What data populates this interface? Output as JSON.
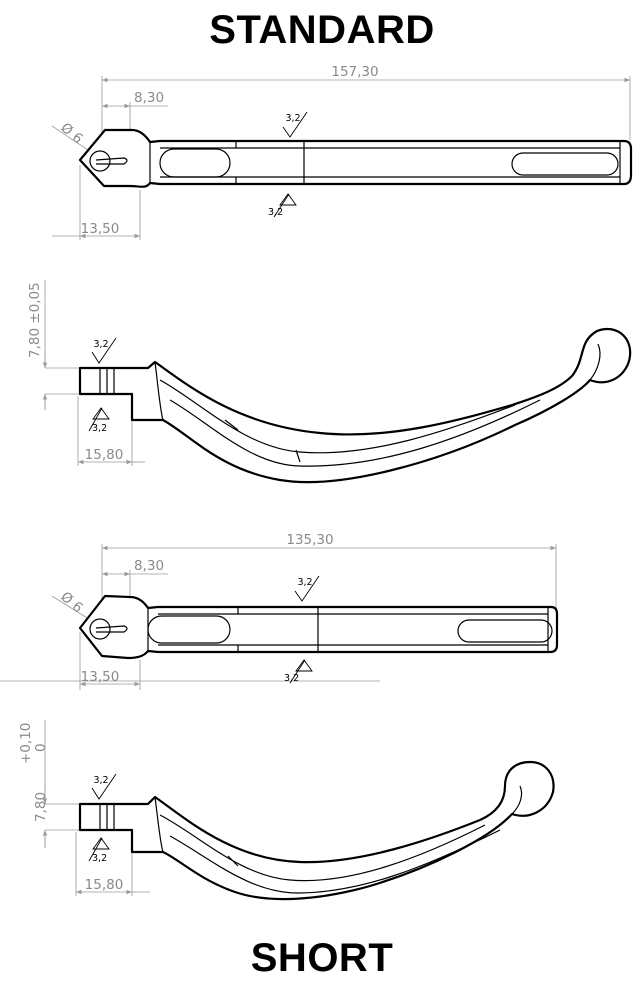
{
  "titles": {
    "top": "STANDARD",
    "bottom": "SHORT"
  },
  "standard": {
    "overall_length": "157,30",
    "pivot_offset": "8,30",
    "pivot_diameter": "Ø 6",
    "pivot_to_edge": "13,50",
    "thickness": "7,80 ±0,05",
    "tab_length": "15,80",
    "roughness": "3,2"
  },
  "short": {
    "overall_length": "135,30",
    "pivot_offset": "8,30",
    "pivot_diameter": "Ø 6",
    "pivot_to_edge": "13,50",
    "thickness": "7,80",
    "tolerance_upper": "+0,10",
    "tolerance_lower": "0",
    "tab_length": "15,80",
    "roughness": "3,2"
  },
  "colors": {
    "dimension": "#8a8a8a",
    "outline": "#000000",
    "background": "#ffffff"
  }
}
